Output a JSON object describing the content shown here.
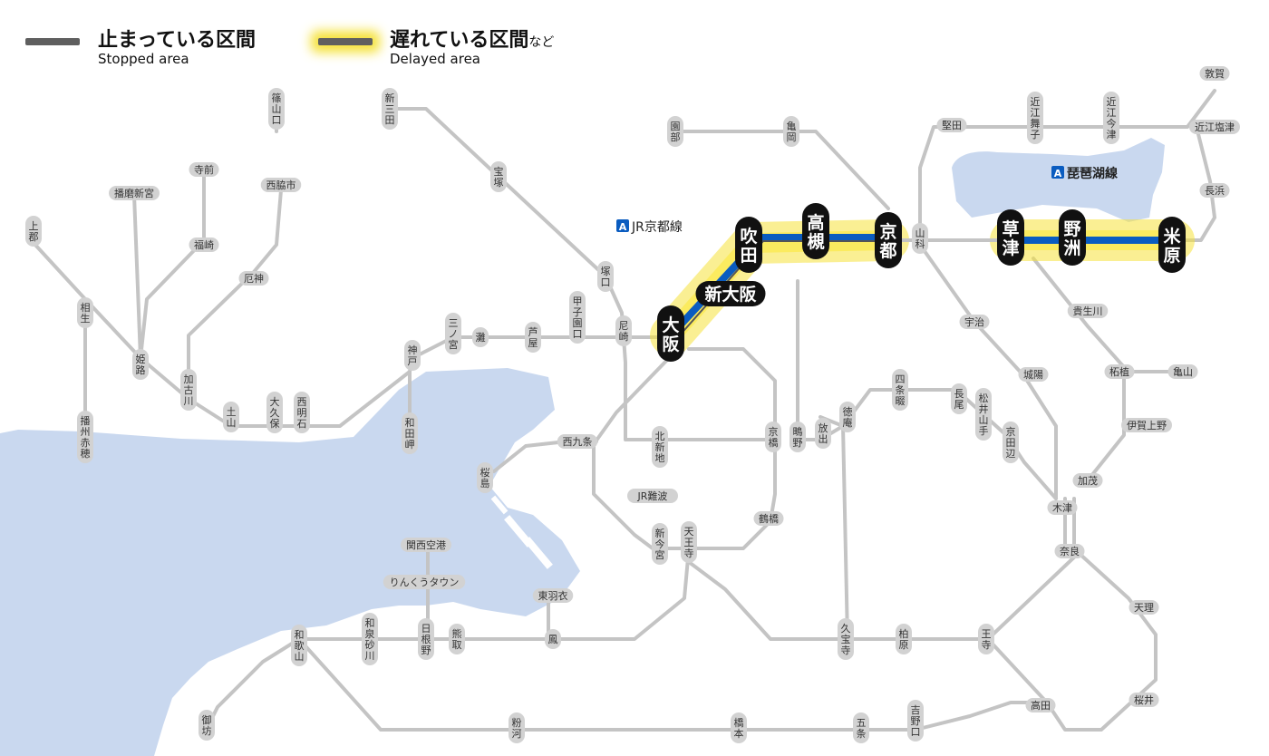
{
  "legend": {
    "stopped_jp": "止まっている区間",
    "stopped_en": "Stopped area",
    "delayed_jp": "遅れている区間",
    "delayed_suffix": "など",
    "delayed_en": "Delayed area"
  },
  "lines": [
    {
      "name": "JR京都線",
      "badge": "A",
      "status": "delayed",
      "color": "#0a5cc0"
    },
    {
      "name": "琵琶湖線",
      "badge": "A",
      "status": "delayed",
      "color": "#0a5cc0"
    }
  ],
  "colors": {
    "water": "#c9d8ef",
    "track": "#c4c4c4",
    "station": "#d2d2d2",
    "major": "#111111",
    "delay_glow": "#f5e23a",
    "active_line": "#0a5cc0"
  },
  "stations": [
    {
      "id": "osaka",
      "name": "大阪",
      "major": true
    },
    {
      "id": "shin-osaka",
      "name": "新大阪",
      "major": true
    },
    {
      "id": "suita",
      "name": "吹田",
      "major": true
    },
    {
      "id": "takatsuki",
      "name": "高槻",
      "major": true
    },
    {
      "id": "kyoto",
      "name": "京都",
      "major": true
    },
    {
      "id": "kusatsu",
      "name": "草津",
      "major": true
    },
    {
      "id": "yasu",
      "name": "野洲",
      "major": true
    },
    {
      "id": "maibara",
      "name": "米原",
      "major": true
    },
    {
      "id": "sasayamaguchi",
      "name": "篠山口"
    },
    {
      "id": "shinsanda",
      "name": "新三田"
    },
    {
      "id": "takarazuka",
      "name": "宝塚"
    },
    {
      "id": "tsukaguchi",
      "name": "塚口"
    },
    {
      "id": "amagasaki",
      "name": "尼崎"
    },
    {
      "id": "koshienguchi",
      "name": "甲子園口"
    },
    {
      "id": "ashiya",
      "name": "芦屋"
    },
    {
      "id": "nada",
      "name": "灘"
    },
    {
      "id": "sannomiya",
      "name": "三ノ宮"
    },
    {
      "id": "kobe",
      "name": "神戸"
    },
    {
      "id": "wadamisaki",
      "name": "和田岬"
    },
    {
      "id": "nishiakashi",
      "name": "西明石"
    },
    {
      "id": "okubo",
      "name": "大久保"
    },
    {
      "id": "tsuchiyama",
      "name": "土山"
    },
    {
      "id": "kakogawa",
      "name": "加古川"
    },
    {
      "id": "yashiro",
      "name": "厄神"
    },
    {
      "id": "nishiwakishi",
      "name": "西脇市"
    },
    {
      "id": "fukusaki",
      "name": "福崎"
    },
    {
      "id": "teramae",
      "name": "寺前"
    },
    {
      "id": "harimashingu",
      "name": "播磨新宮"
    },
    {
      "id": "himeji",
      "name": "姫路"
    },
    {
      "id": "kamigori",
      "name": "上郡"
    },
    {
      "id": "aioi",
      "name": "相生"
    },
    {
      "id": "banshuako",
      "name": "播州赤穂"
    },
    {
      "id": "sonobe",
      "name": "園部"
    },
    {
      "id": "kameoka",
      "name": "亀岡"
    },
    {
      "id": "katata",
      "name": "堅田"
    },
    {
      "id": "omimaiko",
      "name": "近江舞子"
    },
    {
      "id": "omiimazu",
      "name": "近江今津"
    },
    {
      "id": "tsuruga",
      "name": "敦賀"
    },
    {
      "id": "omishiotsu",
      "name": "近江塩津"
    },
    {
      "id": "nagahama",
      "name": "長浜"
    },
    {
      "id": "yamashina",
      "name": "山科"
    },
    {
      "id": "uji",
      "name": "宇治"
    },
    {
      "id": "joyo",
      "name": "城陽"
    },
    {
      "id": "kibukawa",
      "name": "貴生川"
    },
    {
      "id": "tsuge",
      "name": "柘植"
    },
    {
      "id": "kameyama",
      "name": "亀山"
    },
    {
      "id": "igaueno",
      "name": "伊賀上野"
    },
    {
      "id": "kamo",
      "name": "加茂"
    },
    {
      "id": "kizu",
      "name": "木津"
    },
    {
      "id": "nara",
      "name": "奈良"
    },
    {
      "id": "tenri",
      "name": "天理"
    },
    {
      "id": "sakurai",
      "name": "桜井"
    },
    {
      "id": "takada",
      "name": "高田"
    },
    {
      "id": "oji",
      "name": "王寺"
    },
    {
      "id": "kashiwara",
      "name": "柏原"
    },
    {
      "id": "kyuhoji",
      "name": "久宝寺"
    },
    {
      "id": "hanaten",
      "name": "放出"
    },
    {
      "id": "shijonawate",
      "name": "四条畷"
    },
    {
      "id": "tokuan",
      "name": "徳庵"
    },
    {
      "id": "nagao",
      "name": "長尾"
    },
    {
      "id": "matsuiyamate",
      "name": "松井山手"
    },
    {
      "id": "kyotanabe",
      "name": "京田辺"
    },
    {
      "id": "kyobashi",
      "name": "京橋"
    },
    {
      "id": "shigino",
      "name": "鴫野"
    },
    {
      "id": "tsuruhashi",
      "name": "鶴橋"
    },
    {
      "id": "tennoji",
      "name": "天王寺"
    },
    {
      "id": "shin-imamiya",
      "name": "新今宮"
    },
    {
      "id": "jr-namba",
      "name": "JR難波"
    },
    {
      "id": "kitashinchi",
      "name": "北新地"
    },
    {
      "id": "nishikujo",
      "name": "西九条"
    },
    {
      "id": "sakurajima",
      "name": "桜島"
    },
    {
      "id": "kanku",
      "name": "関西空港"
    },
    {
      "id": "rinku",
      "name": "りんくうタウン"
    },
    {
      "id": "higashihagoromo",
      "name": "東羽衣"
    },
    {
      "id": "otori",
      "name": "鳳"
    },
    {
      "id": "kumatori",
      "name": "熊取"
    },
    {
      "id": "hineno",
      "name": "日根野"
    },
    {
      "id": "izumisunagawa",
      "name": "和泉砂川"
    },
    {
      "id": "wakayama",
      "name": "和歌山"
    },
    {
      "id": "gobo",
      "name": "御坊"
    },
    {
      "id": "kokawa",
      "name": "粉河"
    },
    {
      "id": "hashimoto",
      "name": "橋本"
    },
    {
      "id": "gojo",
      "name": "五条"
    },
    {
      "id": "yoshinoguchi",
      "name": "吉野口"
    }
  ]
}
